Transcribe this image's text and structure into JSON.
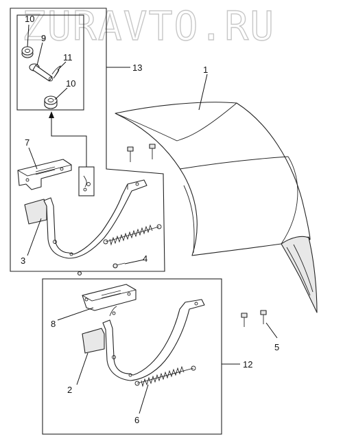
{
  "watermark": "ZURAVTO.RU",
  "callouts": {
    "p1": "1",
    "p2": "2",
    "p3": "3",
    "p4": "4",
    "p5": "5",
    "p6": "6",
    "p7": "7",
    "p8": "8",
    "p9": "9",
    "p10a": "10",
    "p10b": "10",
    "p11": "11",
    "p12": "12",
    "p13": "13"
  }
}
